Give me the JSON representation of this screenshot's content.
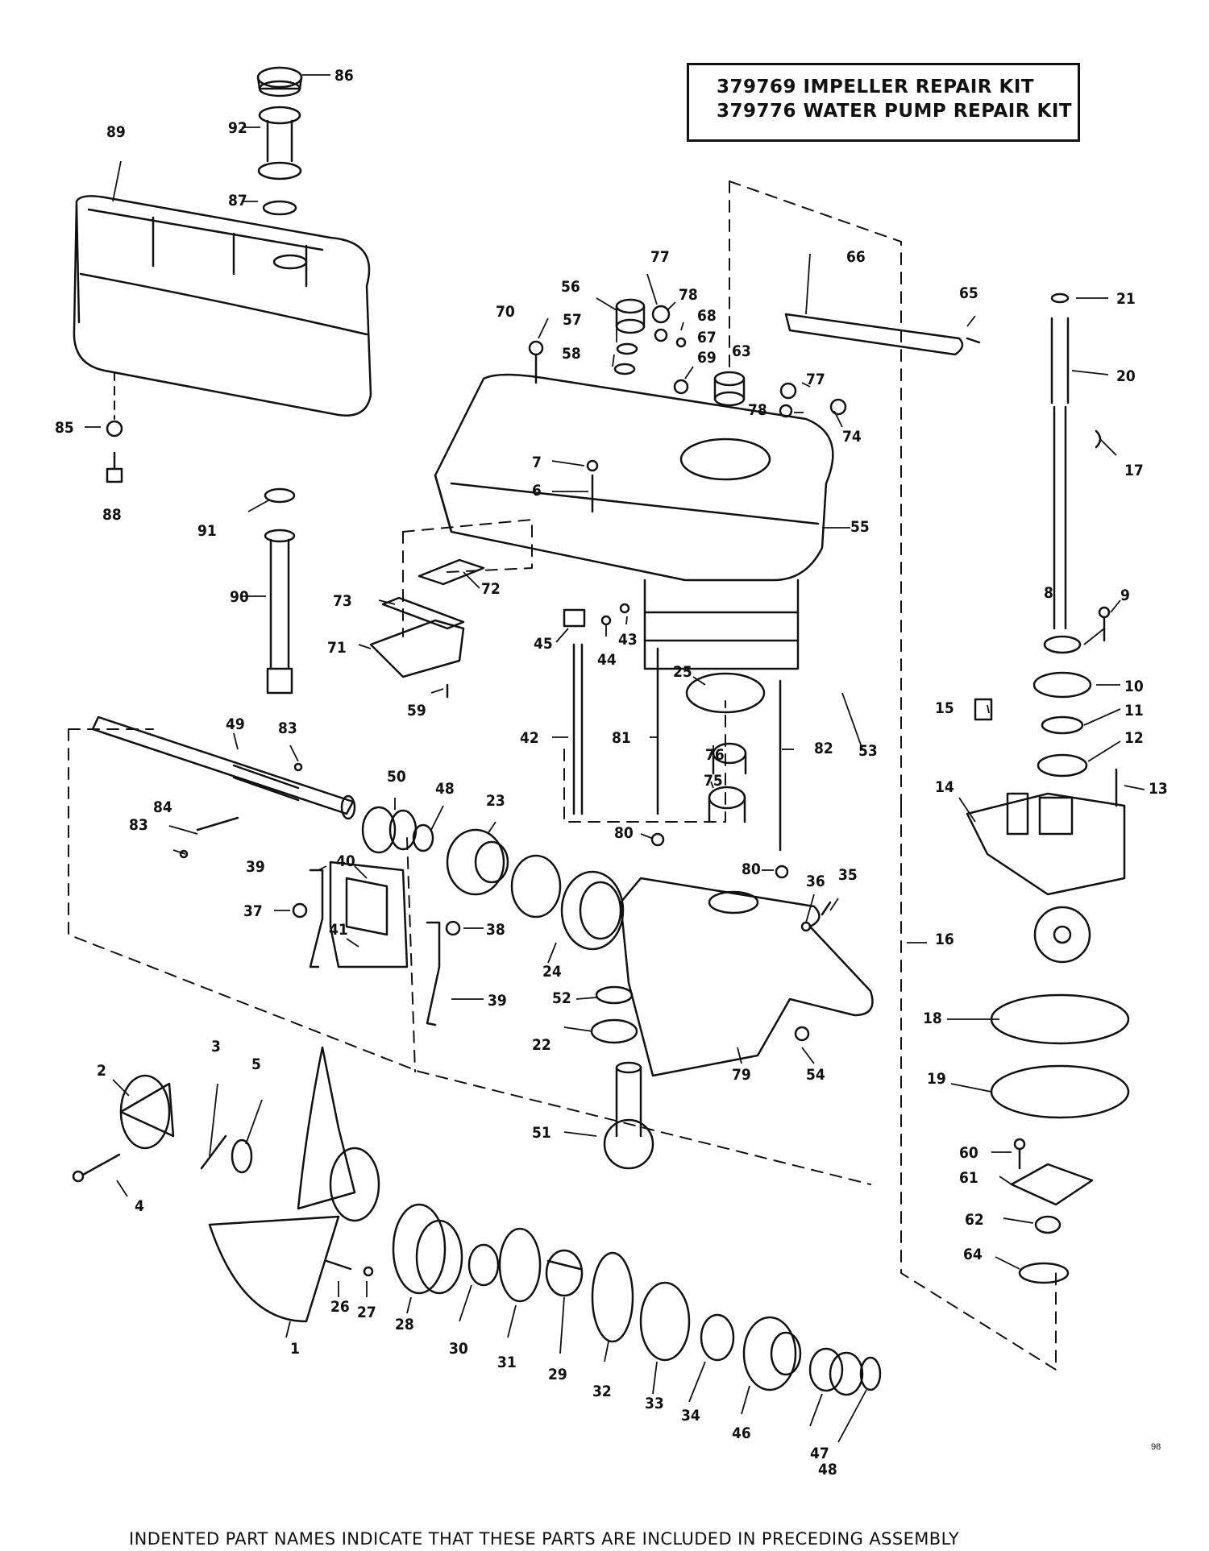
{
  "kit_box": {
    "line1": "379769 IMPELLER REPAIR KIT",
    "line2": "379776 WATER PUMP REPAIR KIT"
  },
  "page_number": "98",
  "footnote": "INDENTED PART NAMES INDICATE THAT THESE PARTS ARE INCLUDED IN PRECEDING ASSEMBLY",
  "callouts": [
    "86",
    "92",
    "89",
    "87",
    "85",
    "88",
    "91",
    "90",
    "77",
    "78",
    "56",
    "57",
    "58",
    "68",
    "67",
    "69",
    "63",
    "70",
    "66",
    "65",
    "21",
    "20",
    "17",
    "77",
    "78",
    "74",
    "7",
    "6",
    "55",
    "72",
    "73",
    "71",
    "59",
    "45",
    "43",
    "44",
    "25",
    "81",
    "82",
    "53",
    "42",
    "76",
    "75",
    "80",
    "80",
    "8",
    "9",
    "10",
    "15",
    "11",
    "12",
    "13",
    "14",
    "49",
    "83",
    "84",
    "83",
    "50",
    "48",
    "23",
    "39",
    "40",
    "37",
    "41",
    "38",
    "39",
    "24",
    "36",
    "35",
    "16",
    "52",
    "22",
    "79",
    "54",
    "18",
    "19",
    "2",
    "3",
    "5",
    "4",
    "1",
    "51",
    "26",
    "27",
    "28",
    "30",
    "31",
    "29",
    "32",
    "33",
    "34",
    "46",
    "47",
    "48",
    "60",
    "61",
    "62",
    "64"
  ]
}
